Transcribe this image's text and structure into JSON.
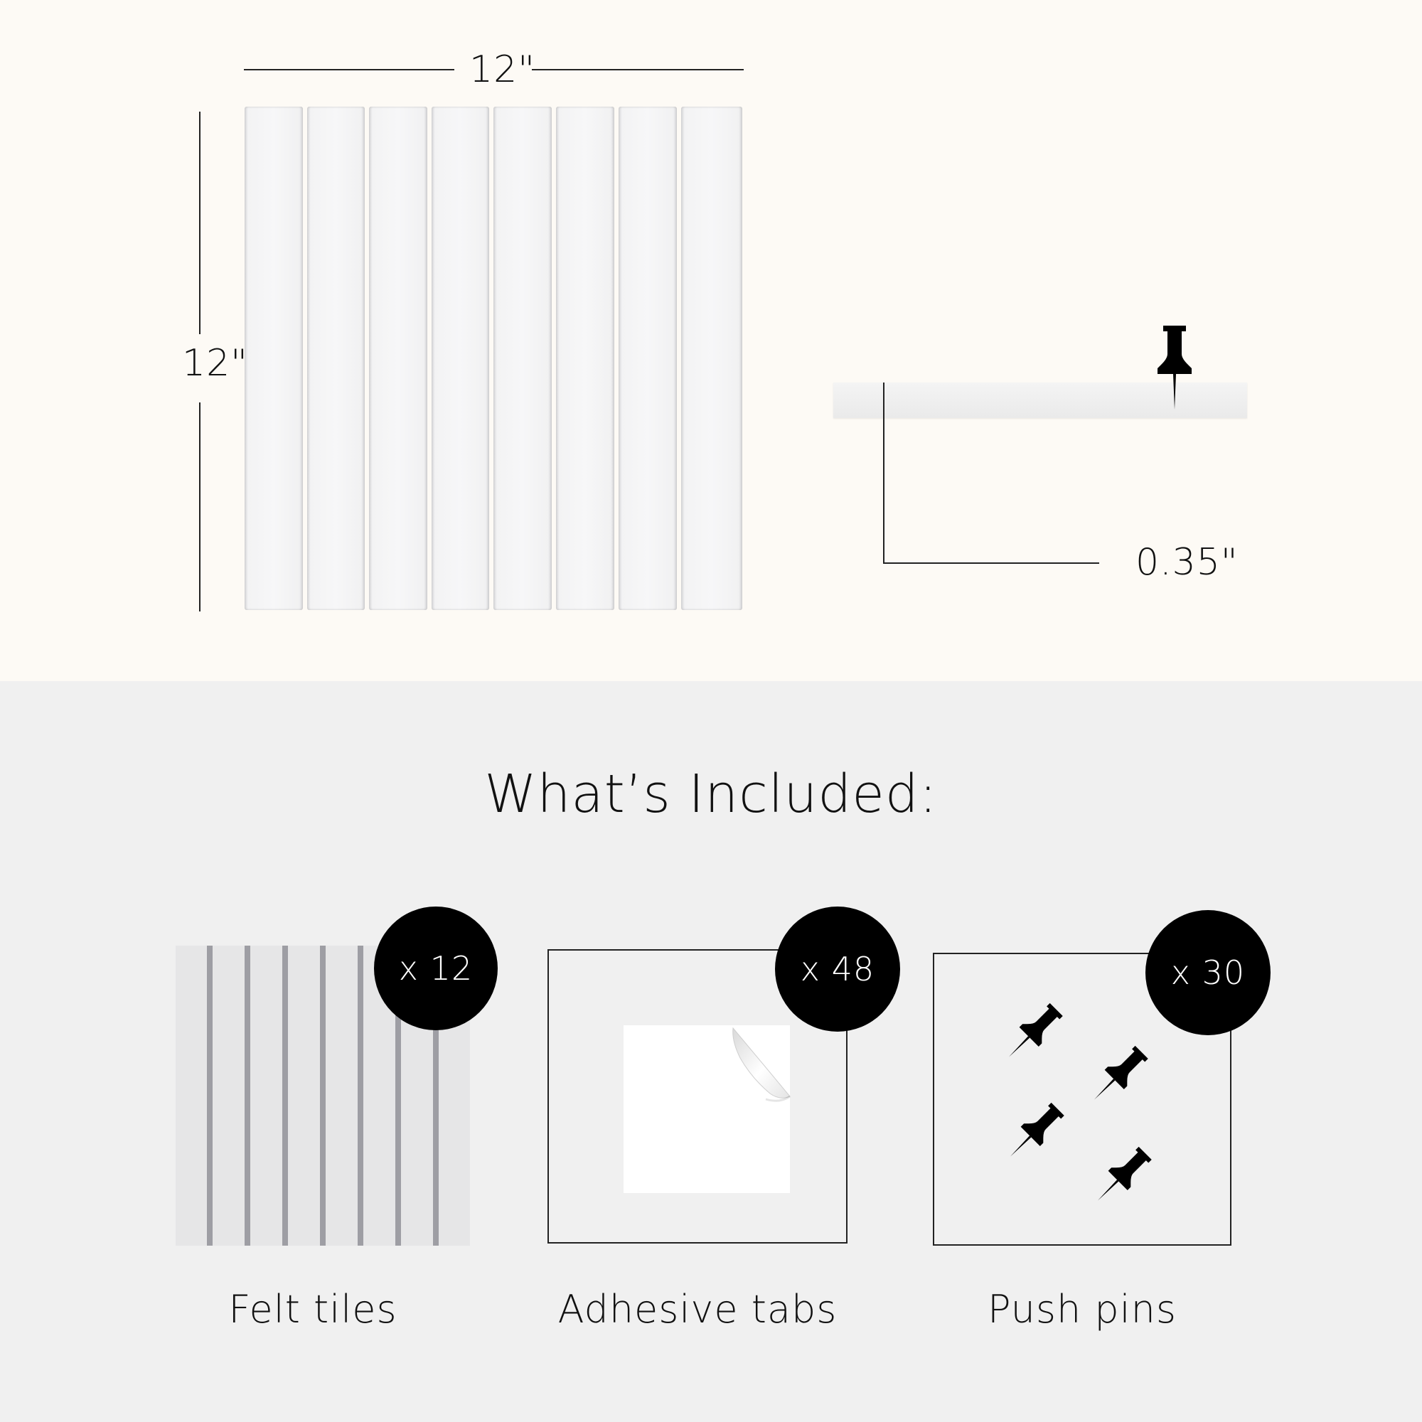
{
  "dimensions": {
    "width_label": "12\"",
    "height_label": "12\"",
    "thickness_label": "0.35\""
  },
  "included": {
    "heading": "What’s Included:",
    "items": [
      {
        "label": "Felt tiles",
        "count": "x 12",
        "icon": "felt-tile-icon"
      },
      {
        "label": "Adhesive tabs",
        "count": "x 48",
        "icon": "adhesive-tab-icon"
      },
      {
        "label": "Push pins",
        "count": "x 30",
        "icon": "push-pin-icon"
      }
    ]
  },
  "colors": {
    "top_background": "#fdfaf5",
    "bottom_background": "#f0f0f0",
    "badge": "#000000",
    "felt": "#e6e6e7",
    "groove": "#9e9ea4"
  }
}
